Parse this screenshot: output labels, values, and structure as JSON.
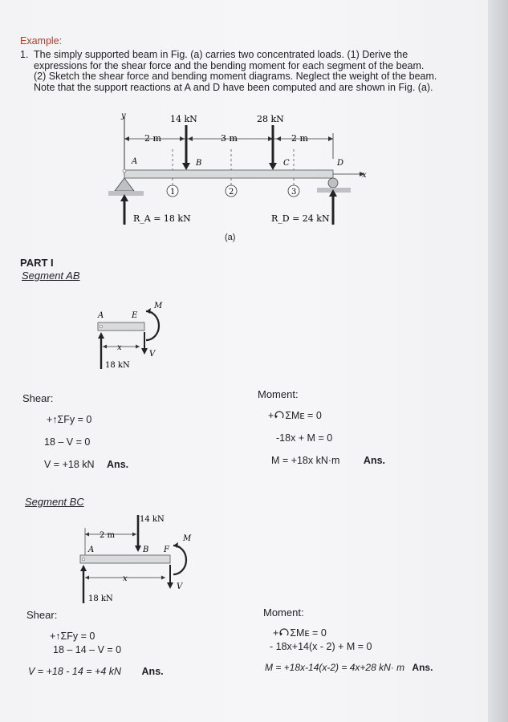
{
  "header": {
    "example_label": "Example:",
    "problem_number": "1.",
    "problem_text": "The simply supported beam in Fig. (a) carries two concentrated loads. (1) Derive the expressions for the shear force and the bending moment for each segment of the beam. (2) Sketch the shear force and bending moment diagrams. Neglect the weight of the beam. Note that the support reactions at A and D have been computed and are shown in Fig. (a)."
  },
  "figure_a": {
    "y_axis": "y",
    "x_axis": "x",
    "load1": "14 kN",
    "load2": "28 kN",
    "dim1": "2 m",
    "dim2": "3 m",
    "dim3": "2 m",
    "point_a": "A",
    "point_b": "B",
    "point_c": "C",
    "point_d": "D",
    "marker1": "1",
    "marker2": "2",
    "marker3": "3",
    "reaction_a": "R_A = 18 kN",
    "reaction_d": "R_D = 24 kN",
    "caption": "(a)"
  },
  "part": "PART I",
  "segment_ab": {
    "title": "Segment AB",
    "fbd": {
      "a": "A",
      "e": "E",
      "m": "M",
      "v": "V",
      "x": "x",
      "reaction": "18 kN"
    },
    "shear_label": "Shear:",
    "shear_eq1": "+↑ΣFy = 0",
    "shear_eq2": "18 – V = 0",
    "shear_result": "V = +18 kN",
    "moment_label": "Moment:",
    "moment_eq1": "ΣMᴇ = 0",
    "moment_eq2": "-18x + M = 0",
    "moment_result": "M = +18x kN·m",
    "ans": "Ans."
  },
  "segment_bc": {
    "title": "Segment BC",
    "fbd": {
      "load": "14 kN",
      "dim": "2 m",
      "a": "A",
      "b": "B",
      "f": "F",
      "m": "M",
      "v": "V",
      "x": "x",
      "reaction": "18 kN"
    },
    "shear_label": "Shear:",
    "shear_eq1": "+↑ΣFy = 0",
    "shear_eq2": "18 – 14 – V = 0",
    "shear_result": "V = +18 - 14 = +4 kN",
    "moment_label": "Moment:",
    "moment_eq1": "ΣMᴇ = 0",
    "moment_eq2": "- 18x+14(x - 2) + M = 0",
    "moment_result": "M = +18x-14(x-2) = 4x+28 kN· m",
    "ans": "Ans."
  }
}
